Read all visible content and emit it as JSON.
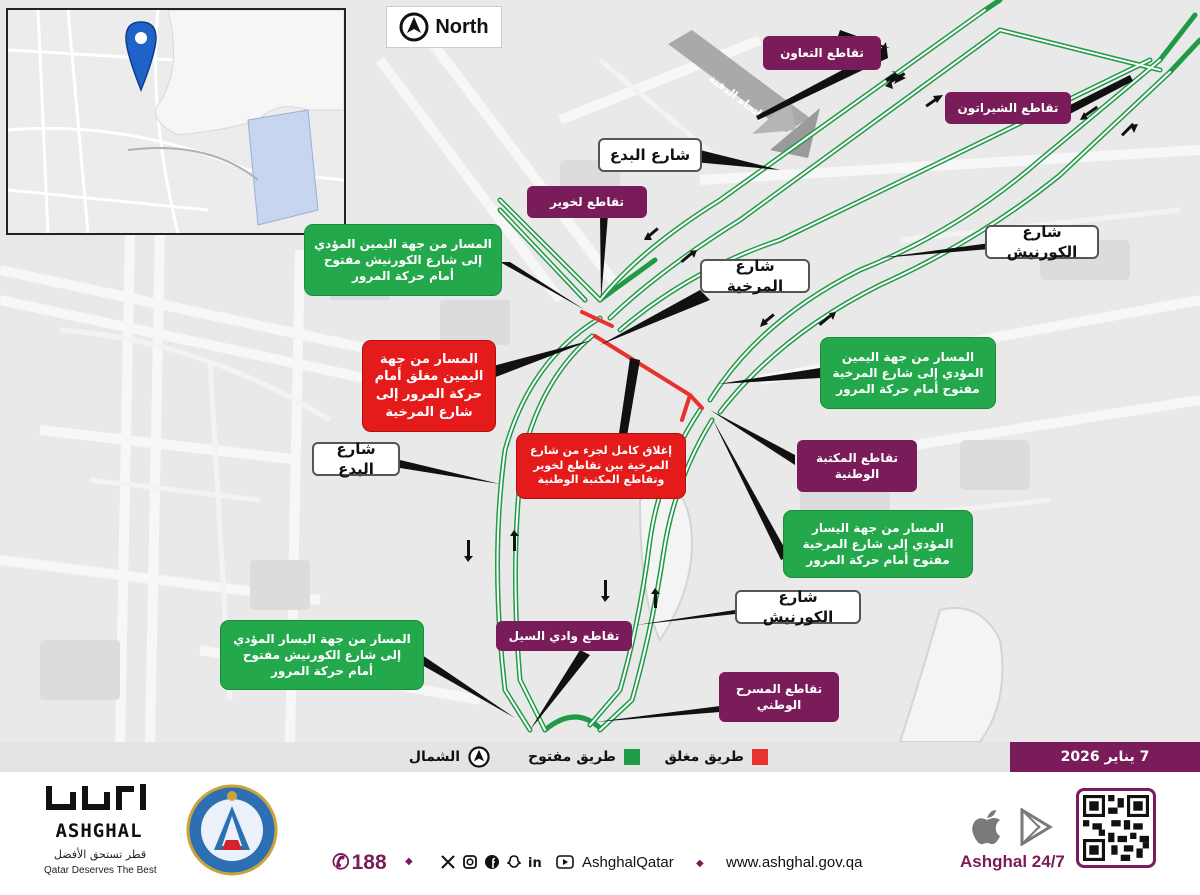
{
  "map": {
    "north_label": "North",
    "direction_label": "باتجاه الدفنة",
    "labels": {
      "intersection_taawun": "تقاطع التعاون",
      "intersection_sheraton": "تقاطع الشيراتون",
      "street_bidda_top": "شارع البدع",
      "intersection_lekhwair": "تقاطع لخوير",
      "street_corniche_top": "شارع الكورنيش",
      "street_markhiya": "شارع المرخية",
      "green_right_lane_corniche": "المسار من جهة اليمين المؤدي إلى شارع الكورنيش مفتوح أمام حركة المرور",
      "red_right_lane_closed": "المسار من جهة اليمين مغلق أمام حركة المرور إلى شارع المرخية",
      "green_right_lane_markhiya": "المسار من جهة اليمين المؤدي إلى شارع المرخية مفتوح أمام حركة المرور",
      "street_bidda_left": "شارع البدع",
      "red_full_closure": "إغلاق كامل لجزء من شارع المرخية بين تقاطع لخوير وتقاطع المكتبة الوطنية",
      "intersection_national_library": "تقاطع المكتبة الوطنية",
      "green_left_lane_markhiya": "المسار من جهة اليسار المؤدي إلى شارع المرخية مفتوح أمام حركة المرور",
      "street_corniche_bottom": "شارع الكورنيش",
      "intersection_wadi_sail": "تقاطع وادي السيل",
      "green_left_lane_corniche": "المسار من جهة اليسار المؤدي إلى شارع الكورنيش مفتوح أمام حركة المرور",
      "intersection_national_theatre": "تقاطع المسرح الوطني"
    }
  },
  "legend": {
    "date": "7 يناير 2026",
    "closed_road": "طريق مغلق",
    "open_road": "طريق مفتوح",
    "north": "الشمال",
    "colors": {
      "closed": "#e8322d",
      "open": "#1f9a45",
      "accent": "#7a1b5a"
    }
  },
  "footer": {
    "qr_icon": "qr-code-icon",
    "app_name": "Ashghal 24/7",
    "website": "www.ashghal.gov.qa",
    "social_handle": "AshghalQatar",
    "hotline": "188",
    "brand_wordmark": "ASHGHAL",
    "tagline_ar": "قطر تستحق الأفضل",
    "tagline_en": "Qatar Deserves The Best",
    "icons": [
      "apple-icon",
      "play-store-icon",
      "x-icon",
      "instagram-icon",
      "facebook-icon",
      "snapchat-icon",
      "linkedin-icon",
      "youtube-icon",
      "phone-icon"
    ]
  }
}
